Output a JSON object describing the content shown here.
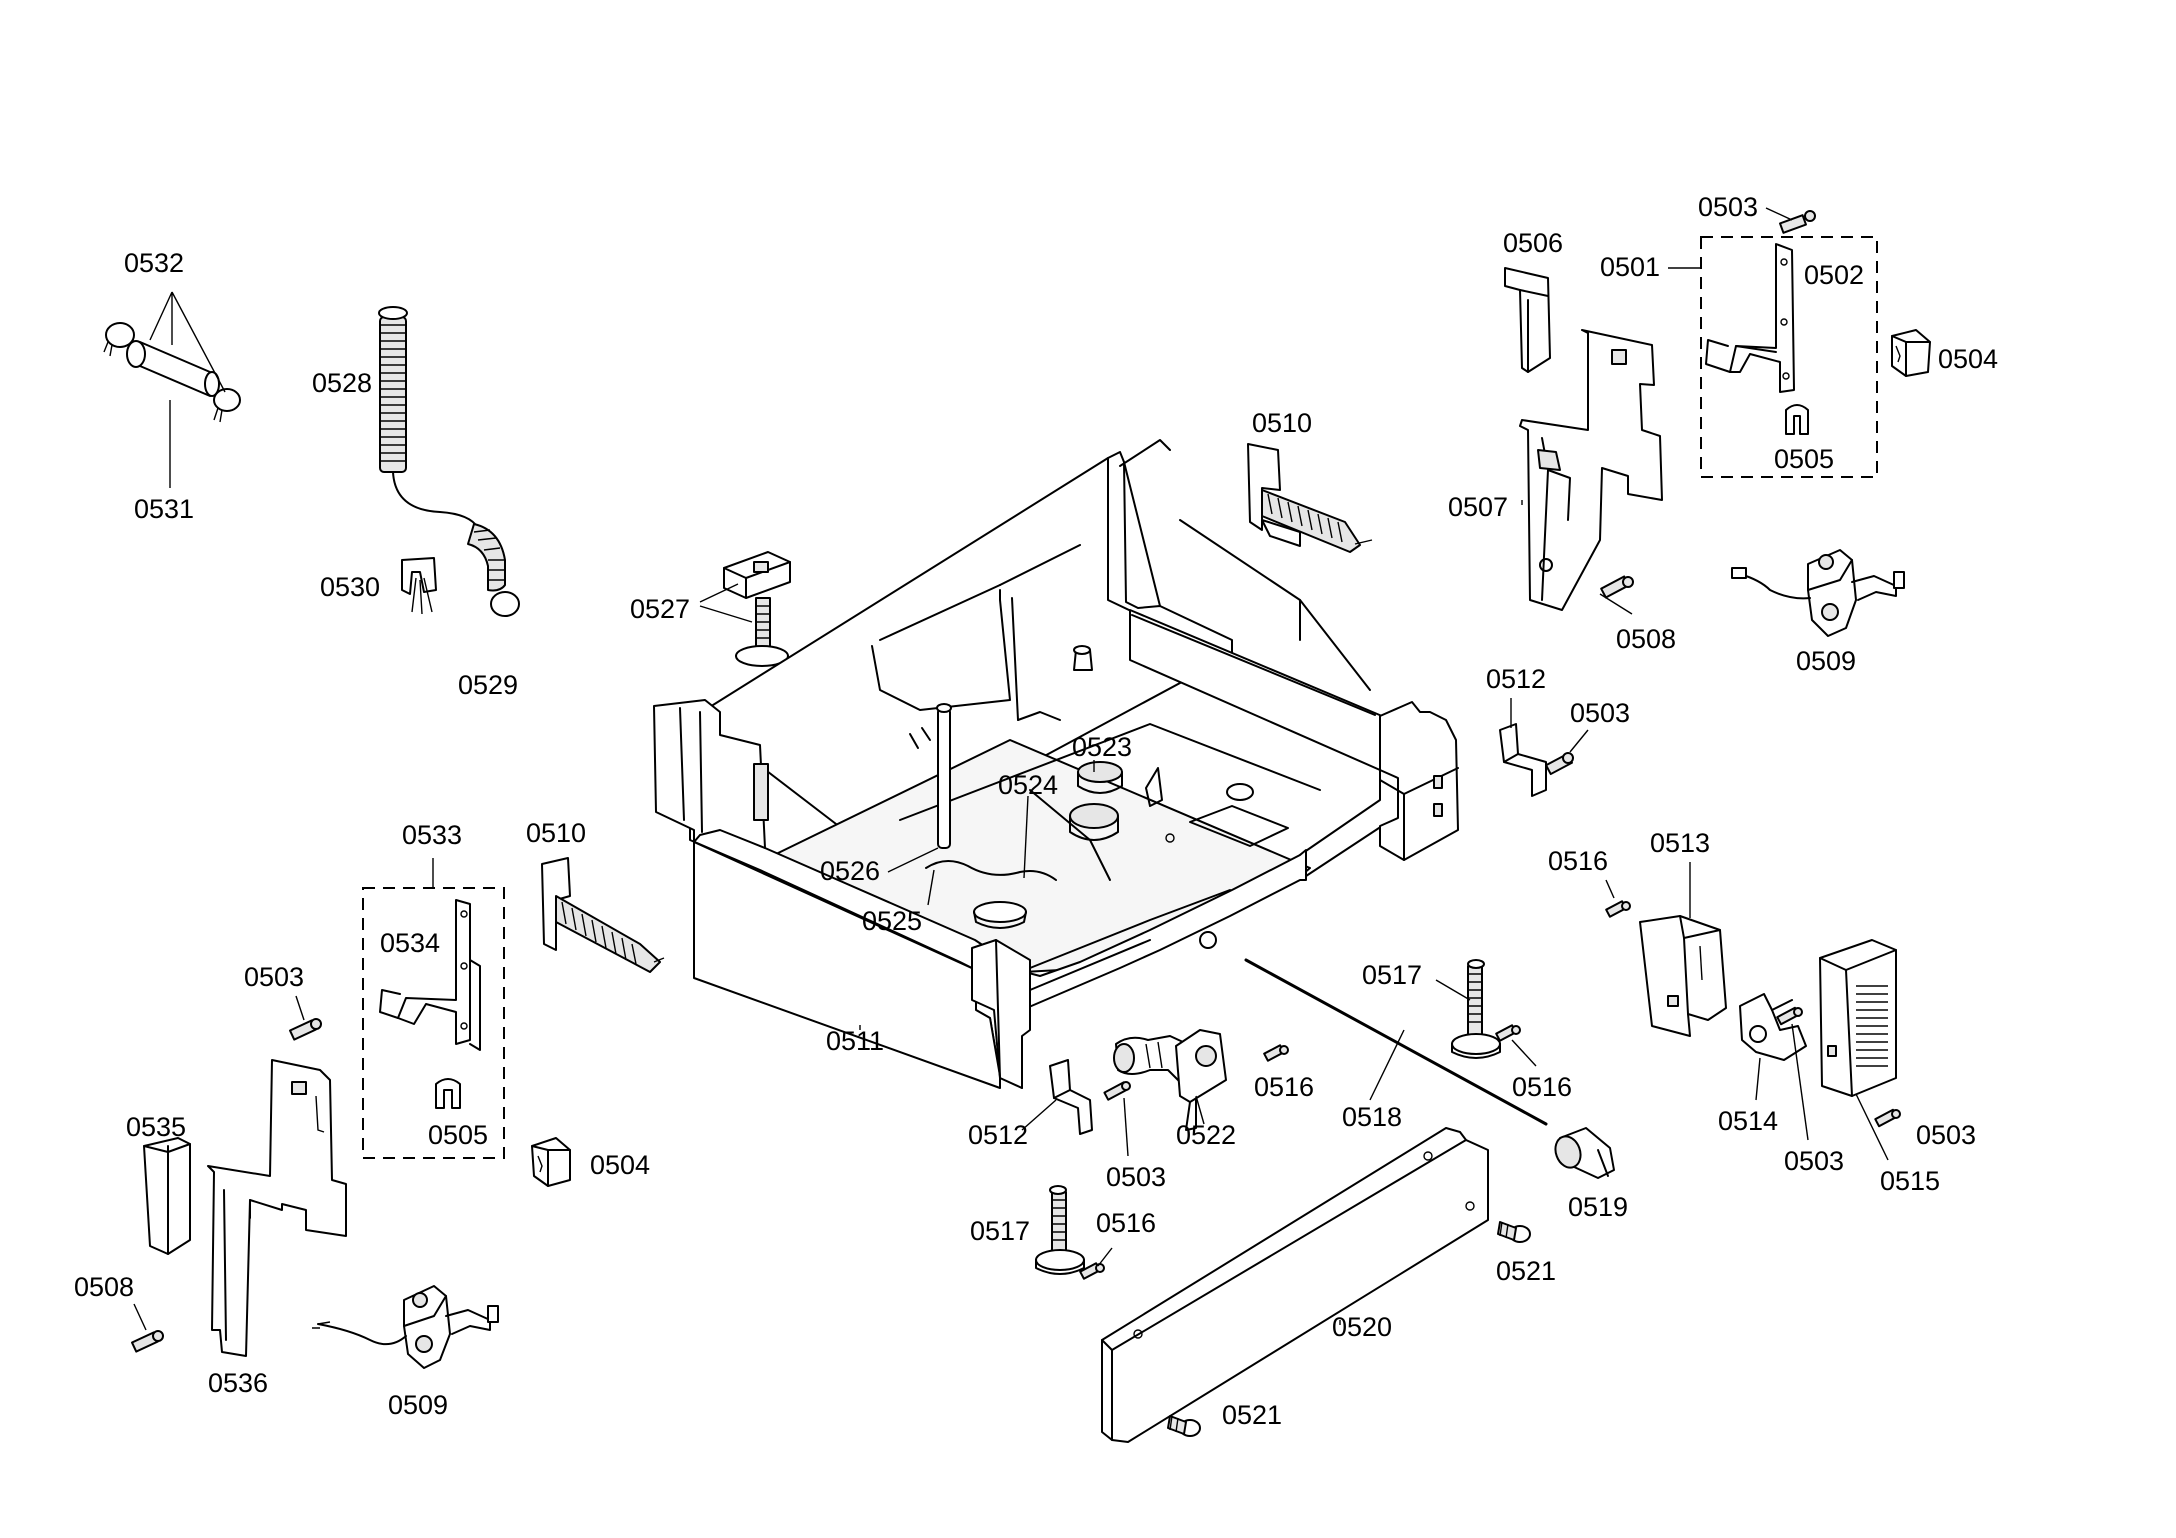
{
  "labels": {
    "l0532": "0532",
    "l0531": "0531",
    "l0528": "0528",
    "l0530": "0530",
    "l0529": "0529",
    "l0527": "0527",
    "l0510a": "0510",
    "l0506": "0506",
    "l0503a": "0503",
    "l0501": "0501",
    "l0502": "0502",
    "l0504a": "0504",
    "l0505a": "0505",
    "l0507": "0507",
    "l0508a": "0508",
    "l0509a": "0509",
    "l0512a": "0512",
    "l0503b": "0503",
    "l0523": "0523",
    "l0524": "0524",
    "l0526": "0526",
    "l0525": "0525",
    "l0533": "0533",
    "l0510b": "0510",
    "l0534": "0534",
    "l0503c": "0503",
    "l0505b": "0505",
    "l0504b": "0504",
    "l0535": "0535",
    "l0536": "0536",
    "l0508b": "0508",
    "l0509b": "0509",
    "l0511": "0511",
    "l0516a": "0516",
    "l0513": "0513",
    "l0517a": "0517",
    "l0516b": "0516",
    "l0516c": "0516",
    "l0518": "0518",
    "l0514": "0514",
    "l0503d": "0503",
    "l0503e": "0503",
    "l0515": "0515",
    "l0512b": "0512",
    "l0503f": "0503",
    "l0522": "0522",
    "l0519": "0519",
    "l0517b": "0517",
    "l0516d": "0516",
    "l0521a": "0521",
    "l0520": "0520",
    "l0521b": "0521"
  }
}
